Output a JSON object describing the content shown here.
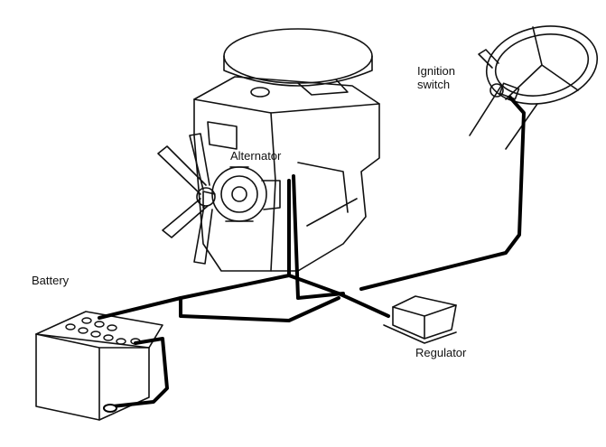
{
  "labels": {
    "ignition_switch_line1": "Ignition",
    "ignition_switch_line2": "switch",
    "alternator": "Alternator",
    "battery": "Battery",
    "regulator": "Regulator"
  }
}
